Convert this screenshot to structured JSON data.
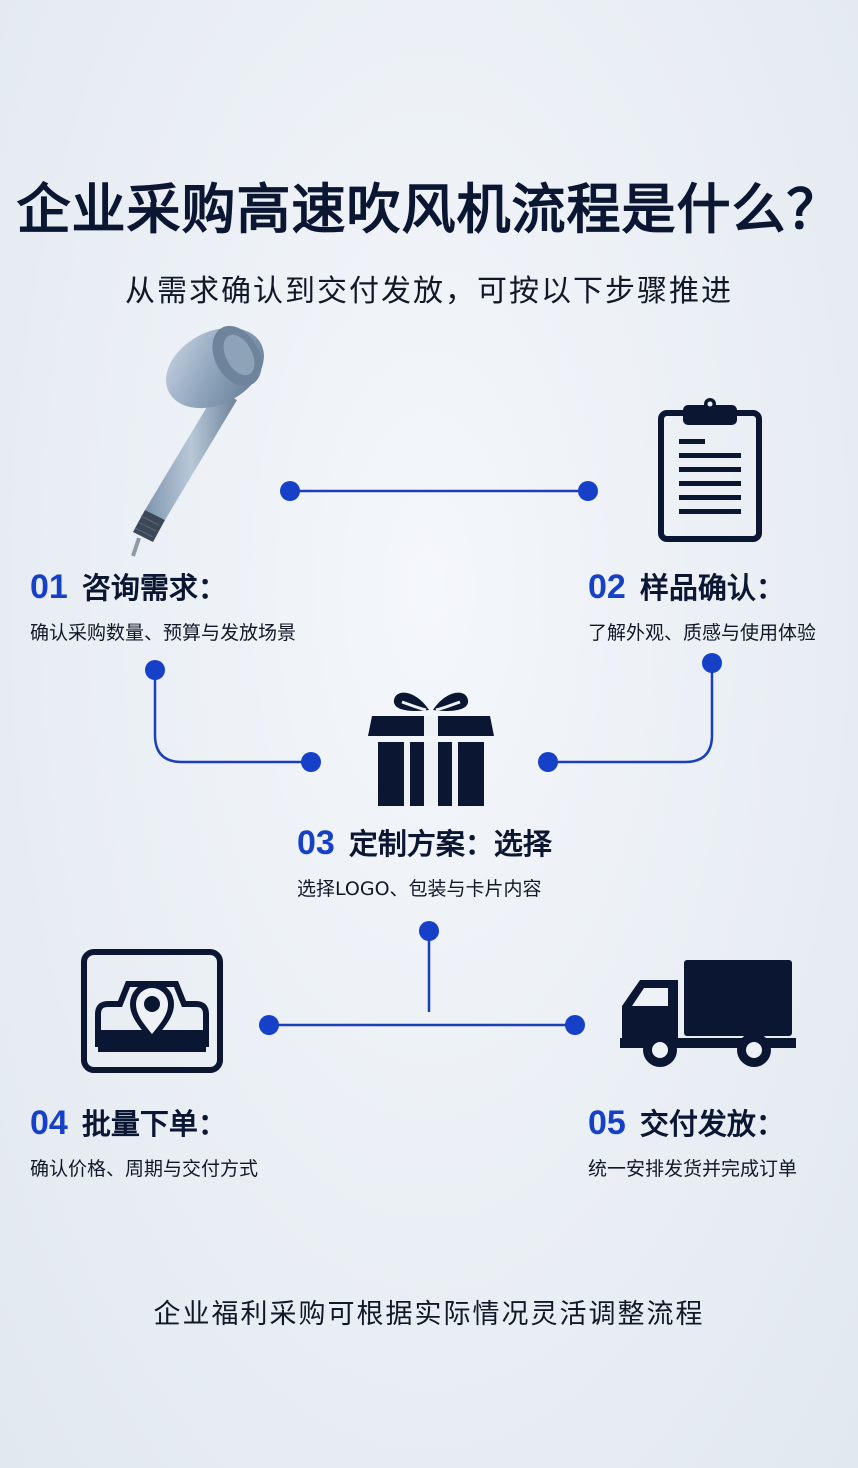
{
  "header": {
    "title": "企业采购高速吹风机流程是什么？",
    "subtitle": "从需求确认到交付发放，可按以下步骤推进"
  },
  "steps": [
    {
      "number": "01",
      "title": "咨询需求：",
      "desc": "确认采购数量、预算与发放场景",
      "icon": "hair-dryer-icon"
    },
    {
      "number": "02",
      "title": "样品确认：",
      "desc": "了解外观、质感与使用体验",
      "icon": "clipboard-icon"
    },
    {
      "number": "03",
      "title": "定制方案：选择",
      "desc": "选择LOGO、包装与卡片内容",
      "icon": "gift-box-icon"
    },
    {
      "number": "04",
      "title": "批量下单：",
      "desc": "确认价格、周期与交付方式",
      "icon": "location-map-icon"
    },
    {
      "number": "05",
      "title": "交付发放：",
      "desc": "统一安排发货并完成订单",
      "icon": "delivery-truck-icon"
    }
  ],
  "footer": {
    "note": "企业福利采购可根据实际情况灵活调整流程"
  },
  "colors": {
    "accent": "#1740c8",
    "navy": "#0b1633",
    "line": "#1a3fb8"
  }
}
